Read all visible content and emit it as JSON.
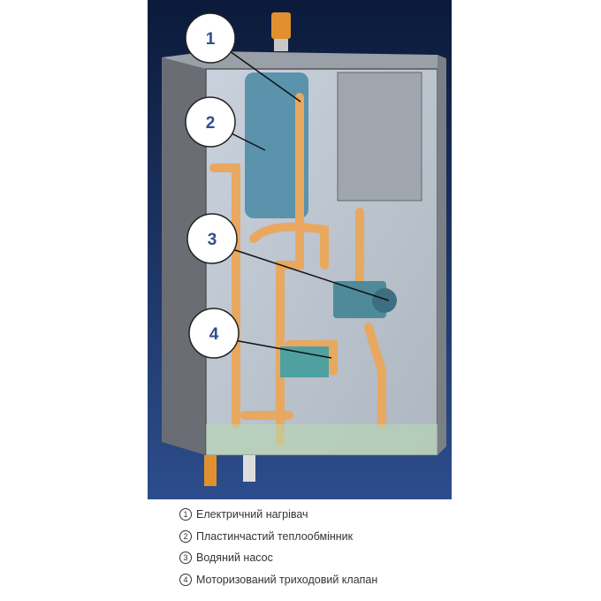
{
  "callouts": [
    "1",
    "2",
    "3",
    "4"
  ],
  "legend": [
    {
      "num": "1",
      "label": "Електричний нагрівач"
    },
    {
      "num": "2",
      "label": "Пластинчастий теплообмінник"
    },
    {
      "num": "3",
      "label": "Водяний насос"
    },
    {
      "num": "4",
      "label": "Моторизований триходовий клапан"
    }
  ],
  "colors": {
    "background_top": "#0b1a3a",
    "background_bottom": "#2a4a88",
    "pipe": "#e8a860",
    "callout_text": "#2d4f8e"
  }
}
